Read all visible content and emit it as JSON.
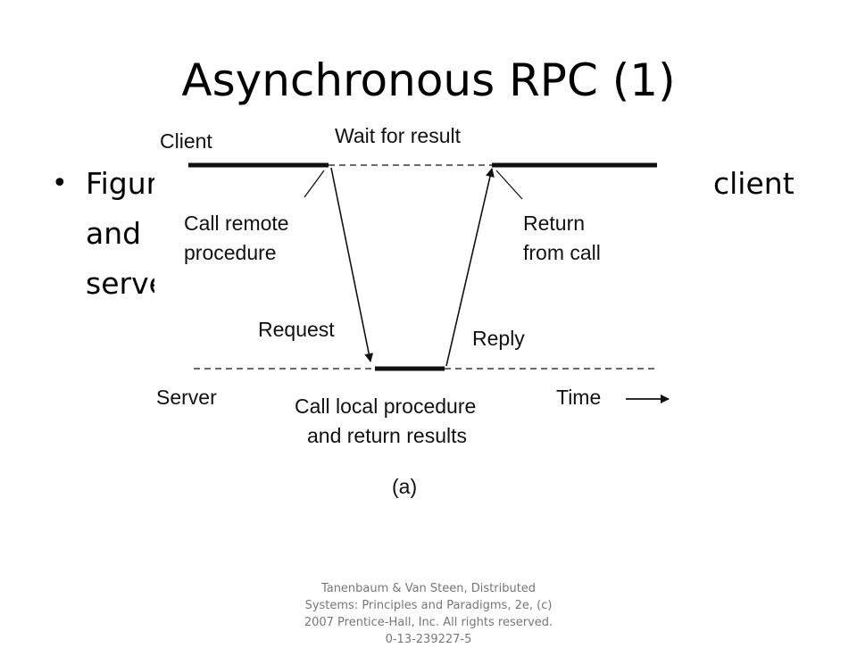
{
  "slide": {
    "title": "Asynchronous RPC (1)",
    "bullet_lines": [
      "Figure",
      "and",
      "serve"
    ],
    "bullet_tail": "client"
  },
  "diagram": {
    "client_label": "Client",
    "wait_label": "Wait for result",
    "call_remote_line1": "Call remote",
    "call_remote_line2": "procedure",
    "return_line1": "Return",
    "return_line2": "from call",
    "request_label": "Request",
    "reply_label": "Reply",
    "server_label": "Server",
    "time_label": "Time",
    "call_local_line1": "Call local procedure",
    "call_local_line2": "and return results",
    "caption": "(a)"
  },
  "footer": {
    "lines": [
      "Tanenbaum & Van Steen, Distributed",
      "Systems: Principles and Paradigms, 2e, (c)",
      "2007 Prentice-Hall, Inc. All rights reserved.",
      "0-13-239227-5"
    ]
  }
}
